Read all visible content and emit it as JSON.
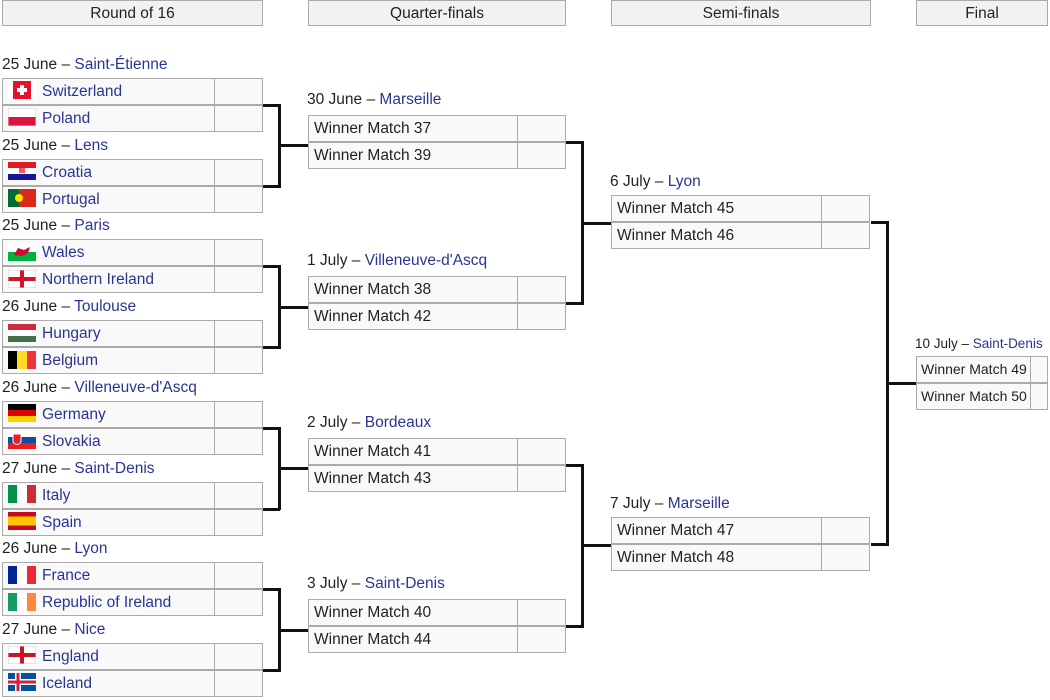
{
  "headers": [
    "Round of 16",
    "Quarter-finals",
    "Semi-finals",
    "Final"
  ],
  "round_of_16": [
    {
      "date": "25 June",
      "venue": "Saint-Étienne",
      "teams": [
        {
          "name": "Switzerland",
          "flag": "switzerland-flag-icon"
        },
        {
          "name": "Poland",
          "flag": "poland-flag-icon"
        }
      ]
    },
    {
      "date": "25 June",
      "venue": "Lens",
      "teams": [
        {
          "name": "Croatia",
          "flag": "croatia-flag-icon"
        },
        {
          "name": "Portugal",
          "flag": "portugal-flag-icon"
        }
      ]
    },
    {
      "date": "25 June",
      "venue": "Paris",
      "teams": [
        {
          "name": "Wales",
          "flag": "wales-flag-icon"
        },
        {
          "name": "Northern Ireland",
          "flag": "northern-ireland-flag-icon"
        }
      ]
    },
    {
      "date": "26 June",
      "venue": "Toulouse",
      "teams": [
        {
          "name": "Hungary",
          "flag": "hungary-flag-icon"
        },
        {
          "name": "Belgium",
          "flag": "belgium-flag-icon"
        }
      ]
    },
    {
      "date": "26 June",
      "venue": "Villeneuve-d'Ascq",
      "teams": [
        {
          "name": "Germany",
          "flag": "germany-flag-icon"
        },
        {
          "name": "Slovakia",
          "flag": "slovakia-flag-icon"
        }
      ]
    },
    {
      "date": "27 June",
      "venue": "Saint-Denis",
      "teams": [
        {
          "name": "Italy",
          "flag": "italy-flag-icon"
        },
        {
          "name": "Spain",
          "flag": "spain-flag-icon"
        }
      ]
    },
    {
      "date": "26 June",
      "venue": "Lyon",
      "teams": [
        {
          "name": "France",
          "flag": "france-flag-icon"
        },
        {
          "name": "Republic of Ireland",
          "flag": "ireland-flag-icon"
        }
      ]
    },
    {
      "date": "27 June",
      "venue": "Nice",
      "teams": [
        {
          "name": "England",
          "flag": "england-flag-icon"
        },
        {
          "name": "Iceland",
          "flag": "iceland-flag-icon"
        }
      ]
    }
  ],
  "quarter_finals": [
    {
      "date": "30 June",
      "venue": "Marseille",
      "teams": [
        "Winner Match 37",
        "Winner Match 39"
      ]
    },
    {
      "date": "1 July",
      "venue": "Villeneuve-d'Ascq",
      "teams": [
        "Winner Match 38",
        "Winner Match 42"
      ]
    },
    {
      "date": "2 July",
      "venue": "Bordeaux",
      "teams": [
        "Winner Match 41",
        "Winner Match 43"
      ]
    },
    {
      "date": "3 July",
      "venue": "Saint-Denis",
      "teams": [
        "Winner Match 40",
        "Winner Match 44"
      ]
    }
  ],
  "semi_finals": [
    {
      "date": "6 July",
      "venue": "Lyon",
      "teams": [
        "Winner Match 45",
        "Winner Match 46"
      ]
    },
    {
      "date": "7 July",
      "venue": "Marseille",
      "teams": [
        "Winner Match 47",
        "Winner Match 48"
      ]
    }
  ],
  "final": [
    {
      "date": "10 July",
      "venue": "Saint-Denis",
      "teams": [
        "Winner Match 49",
        "Winner Match 50"
      ]
    }
  ]
}
